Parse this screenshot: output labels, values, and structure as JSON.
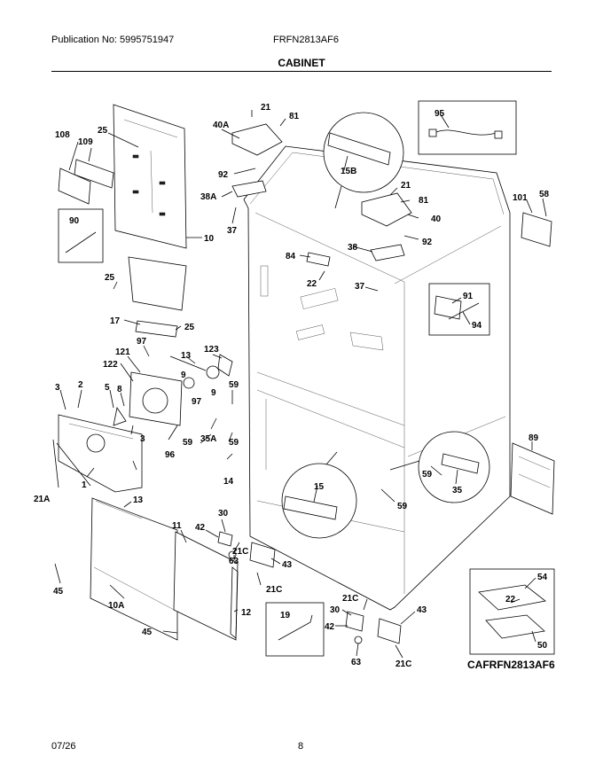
{
  "header": {
    "publication": "Publication No: 5995751947",
    "model": "FRFN2813AF6",
    "section_title": "CABINET"
  },
  "footer": {
    "date": "07/26",
    "page": "8"
  },
  "diagram": {
    "model_code": "CAFRFN2813AF6",
    "labels": {
      "l108": "108",
      "l109": "109",
      "l25a": "25",
      "l25b": "25",
      "l25c": "25",
      "l10": "10",
      "l90": "90",
      "l17": "17",
      "l97a": "97",
      "l97b": "97",
      "l121": "121",
      "l122": "122",
      "l13": "13",
      "l123": "123",
      "l9a": "9",
      "l9b": "9",
      "l3a": "3",
      "l2": "2",
      "l5": "5",
      "l8": "8",
      "l3b": "3",
      "l1": "1",
      "l21A": "21A",
      "l96": "96",
      "l59a": "59",
      "l59b": "59",
      "l59c": "59",
      "l59d": "59",
      "l59e": "59",
      "l35A": "35A",
      "l14": "14",
      "l40A": "40A",
      "l21a": "21",
      "l81a": "81",
      "l92a": "92",
      "l38A": "38A",
      "l37a": "37",
      "l15B": "15B",
      "l21b": "21",
      "l81b": "81",
      "l40": "40",
      "l38": "38",
      "l92b": "92",
      "l84": "84",
      "l22a": "22",
      "l37b": "37",
      "l95": "95",
      "l101": "101",
      "l58": "58",
      "l91": "91",
      "l94": "94",
      "l89": "89",
      "l35": "35",
      "l15": "15",
      "l11": "11",
      "l42a": "42",
      "l30a": "30",
      "l21Ca": "21C",
      "l63a": "63",
      "l43a": "43",
      "l21Cb": "21C",
      "l45a": "45",
      "l10A": "10A",
      "l12": "12",
      "l45b": "45",
      "l19": "19",
      "l21Cc": "21C",
      "l30b": "30",
      "l42b": "42",
      "l63b": "63",
      "l43b": "43",
      "l21Cd": "21C",
      "l54": "54",
      "l22b": "22",
      "l50": "50"
    }
  }
}
